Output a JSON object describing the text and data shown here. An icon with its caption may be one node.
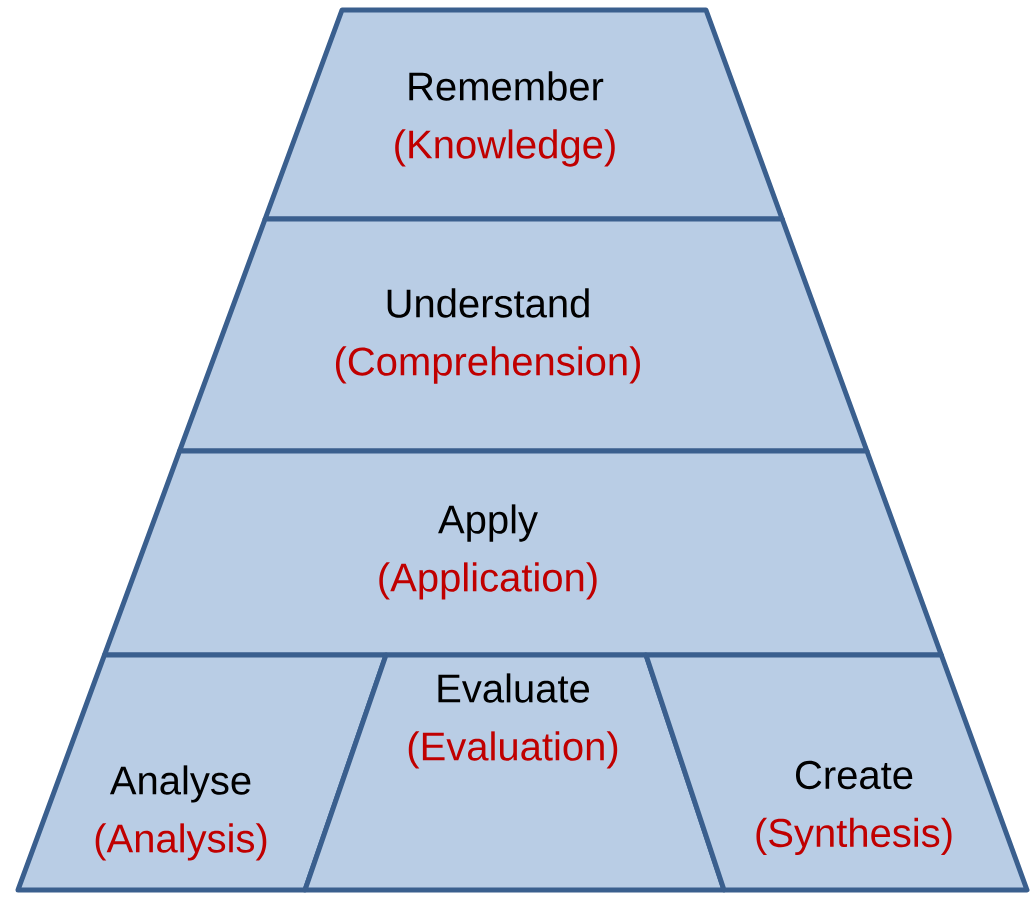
{
  "diagram": {
    "nodes": [
      {
        "text": [
          "Remember",
          "(Knowledge)"
        ]
      },
      {
        "text": [
          "Understand",
          "(Comprehension)"
        ]
      },
      {
        "text": [
          "Apply",
          "(Application)"
        ]
      },
      {
        "text": [
          "Analyse",
          "(Analysis)"
        ]
      },
      {
        "text": [
          "Evaluate",
          "(Evaluation)"
        ]
      },
      {
        "text": [
          "Create",
          "(Synthesis)"
        ]
      }
    ]
  }
}
